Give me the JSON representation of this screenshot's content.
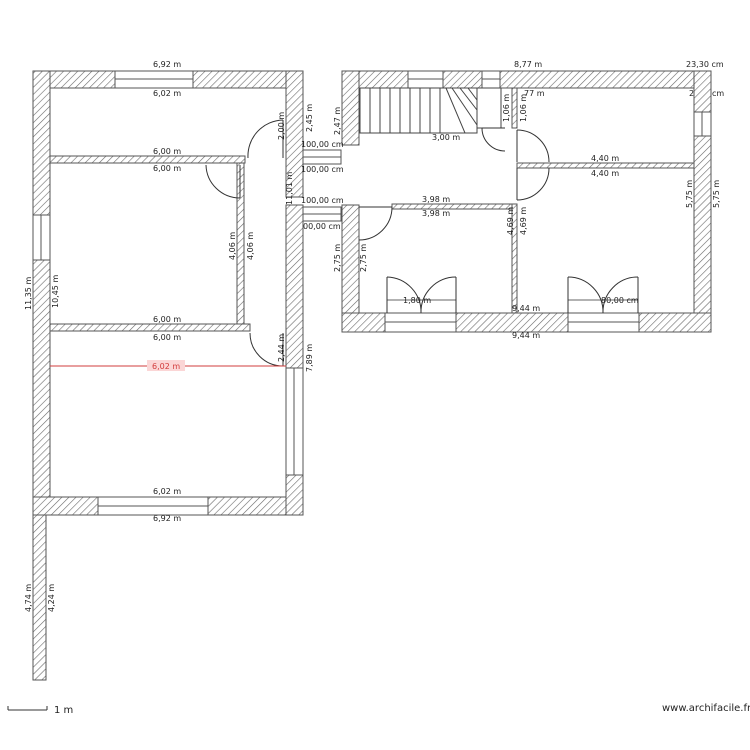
{
  "dimensions": {
    "left_top_outer": "6,92 m",
    "left_top_inner": "6,02 m",
    "room1_bottom": "6,00 m",
    "room2_top": "6,00 m",
    "room2_bottom": "6,00 m",
    "room3_top": "6,00 m",
    "red_measure": "6,02 m",
    "left_bottom_inner": "6,02 m",
    "left_bottom_outer": "6,92 m",
    "left_outer_height": "11,35 m",
    "left_inner_height": "10,45 m",
    "partition_a": "4,06 m",
    "partition_b": "4,06 m",
    "corr_door_top": "2,00 m",
    "corr_h1": "2,45 m",
    "corr_h2": "11,01 m",
    "corr_h3": "2,44 m",
    "corr_h4": "7,89 m",
    "tail_a": "4,74 m",
    "tail_b": "4,24 m",
    "link_top_a": "100,00 cm",
    "link_top_b": "100,00 cm",
    "link_bot_a": "100,00 cm",
    "link_bot_b": "00,00 cm",
    "right_top": "8,77 m",
    "right_top_small": "23,30 cm",
    "right_top_small2": "cm",
    "right_stair_h": "2,47 m",
    "right_stair_w": "3,00 m",
    "right_1_06a": "1,06 m",
    "right_1_06b": "1,06 m",
    "right_77": "77 m",
    "right_4_40a": "4,40 m",
    "right_4_40b": "4,40 m",
    "right_5_75a": "5,75 m",
    "right_5_75b": "5,75 m",
    "right_3_98a": "3,98 m",
    "right_3_98b": "3,98 m",
    "right_4_69a": "4,69 m",
    "right_4_69b": "4,69 m",
    "right_2_75a": "2,75 m",
    "right_2_75b": "2,75 m",
    "right_1_80": "1,80 m",
    "right_80": "80,00 cm",
    "right_9_44a": "9,44 m",
    "right_9_44b": "9,44 m"
  },
  "footer": {
    "scale_label": "1 m",
    "watermark": "www.archifacile.fr"
  },
  "colors": {
    "wall_stroke": "#555555",
    "hatch": "#6a6a6a",
    "measure_red": "#d23c3c"
  }
}
